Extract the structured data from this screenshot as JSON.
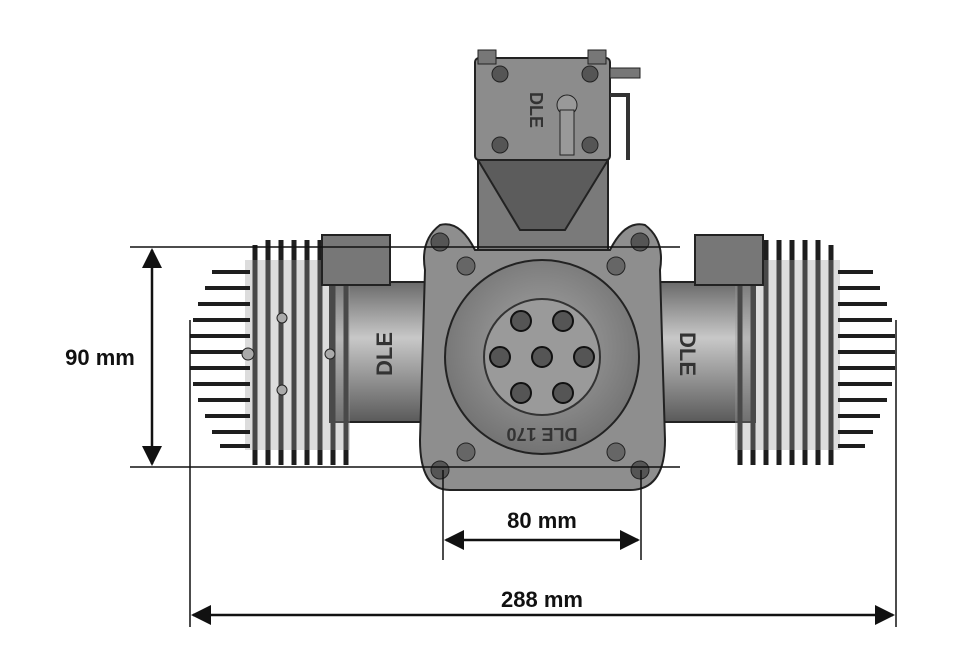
{
  "dimensions": {
    "height": "90 mm",
    "mount_width": "80 mm",
    "overall_width": "288 mm"
  },
  "logos": {
    "left_cylinder": "DLE",
    "right_cylinder": "DLE",
    "carburetor": "DLE",
    "crankcase": "DLE 170"
  },
  "colors": {
    "engine_body": "#8a8a8a",
    "engine_dark": "#3a3a3a",
    "dimension_line": "#111111"
  }
}
